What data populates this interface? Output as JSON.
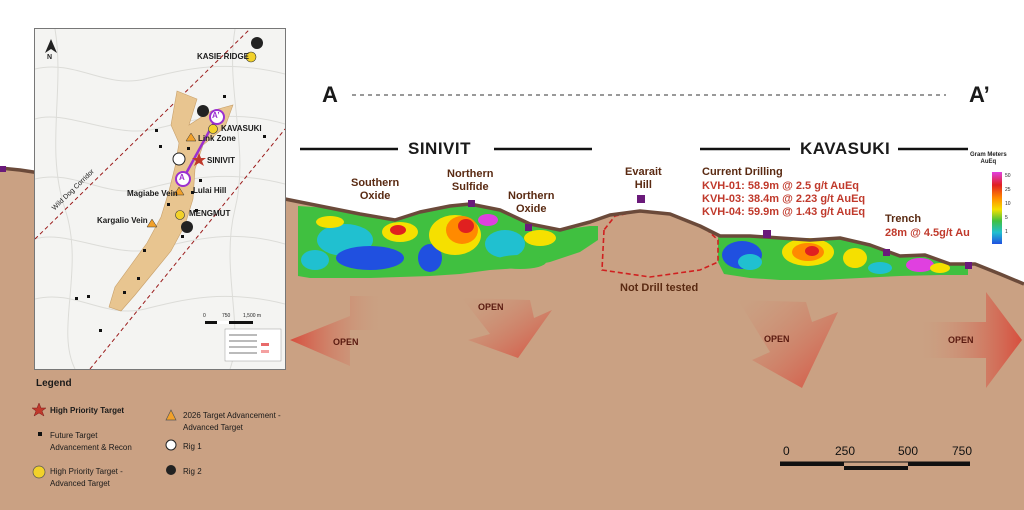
{
  "section": {
    "endpoint_left": "A",
    "endpoint_right": "A’",
    "sinivit": "SINIVIT",
    "kavasuki": "KAVASUKI",
    "labels": {
      "southern_oxide": "Southern\nOxide",
      "northern_sulfide": "Northern\nSulfide",
      "northern_oxide": "Northern\nOxide",
      "evarait_hill": "Evarait\nHill",
      "not_drill_tested": "Not Drill tested",
      "current_drilling": "Current Drilling",
      "trench_title": "Trench",
      "trench_value": "28m @ 4.5g/t Au"
    },
    "drill_results": [
      "KVH-01: 58.9m @ 2.5 g/t AuEq",
      "KVH-03: 38.4m @ 2.23 g/t AuEq",
      "KVH-04: 59.9m @ 1.43 g/t AuEq"
    ],
    "open_label": "OPEN",
    "colorbar": {
      "title": "Gram Meters\nAuEq",
      "ticks": [
        "50",
        "25",
        "10",
        "5",
        "1"
      ],
      "colors": [
        "#e040e0",
        "#e02020",
        "#ff8a00",
        "#f5e000",
        "#40c040",
        "#20c0d0",
        "#2050e0"
      ]
    },
    "scale": {
      "ticks": [
        "0",
        "250",
        "500",
        "750"
      ]
    },
    "colors": {
      "ground": "#caa183",
      "topo": "#6b4a3a",
      "open_arrow": "#d84a3a",
      "collar": "#6a1a7a"
    }
  },
  "inset_map": {
    "north_label": "N",
    "places": {
      "kasie_ridge": "KASIE RIDGE",
      "kavasuki": "KAVASUKI",
      "link_zone": "Link Zone",
      "sinivit": "SINIVIT",
      "magiabe_vein": "Magiabe Vein",
      "lulai_hill": "Lulai Hill",
      "kargalio_vein": "Kargalio Vein",
      "mengmut": "MENGMUT",
      "corridor": "Wild Dog Corridor",
      "section_a": "A",
      "section_a_prime": "A’"
    },
    "scale_ticks": [
      "0",
      "750",
      "1,500 m"
    ],
    "colors": {
      "corridor_fill": "#e8c590",
      "section_line": "#9b30d0",
      "high_priority": "#f2d12a"
    }
  },
  "legend": {
    "title": "Legend",
    "items": {
      "high_priority": "High Priority Target",
      "future_target": "Future Target\nAdvancement & Recon",
      "high_priority_advanced": "High Priority Target -\nAdvanced Target",
      "advancement_2026": "2026 Target Advancement -\nAdvanced Target",
      "rig1": "Rig 1",
      "rig2": "Rig 2"
    }
  }
}
